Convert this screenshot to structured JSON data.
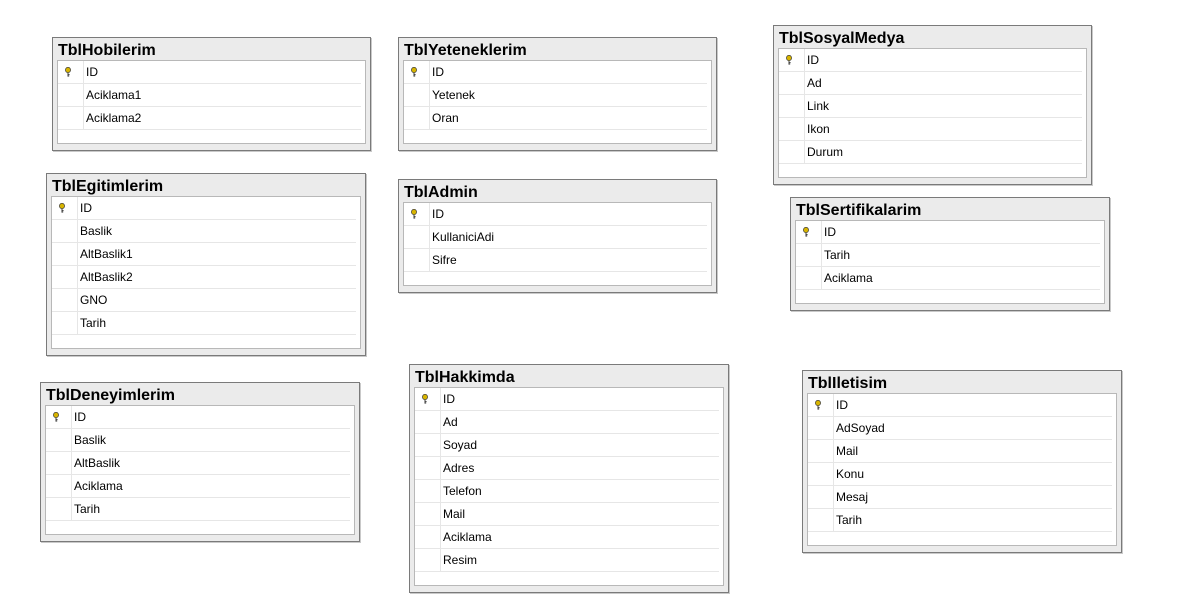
{
  "tables": [
    {
      "title": "TblHobilerim",
      "columns": [
        {
          "name": "ID",
          "pk": true
        },
        {
          "name": "Aciklama1"
        },
        {
          "name": "Aciklama2"
        }
      ]
    },
    {
      "title": "TblYeteneklerim",
      "columns": [
        {
          "name": "ID",
          "pk": true
        },
        {
          "name": "Yetenek"
        },
        {
          "name": "Oran"
        }
      ]
    },
    {
      "title": "TblSosyalMedya",
      "columns": [
        {
          "name": "ID",
          "pk": true
        },
        {
          "name": "Ad"
        },
        {
          "name": "Link"
        },
        {
          "name": "Ikon"
        },
        {
          "name": "Durum"
        }
      ]
    },
    {
      "title": "TblEgitimlerim",
      "columns": [
        {
          "name": "ID",
          "pk": true
        },
        {
          "name": "Baslik"
        },
        {
          "name": "AltBaslik1"
        },
        {
          "name": "AltBaslik2"
        },
        {
          "name": "GNO"
        },
        {
          "name": "Tarih"
        }
      ]
    },
    {
      "title": "TblAdmin",
      "columns": [
        {
          "name": "ID",
          "pk": true
        },
        {
          "name": "KullaniciAdi"
        },
        {
          "name": "Sifre"
        }
      ]
    },
    {
      "title": "TblSertifikalarim",
      "columns": [
        {
          "name": "ID",
          "pk": true
        },
        {
          "name": "Tarih"
        },
        {
          "name": "Aciklama"
        }
      ]
    },
    {
      "title": "TblDeneyimlerim",
      "columns": [
        {
          "name": "ID",
          "pk": true
        },
        {
          "name": "Baslik"
        },
        {
          "name": "AltBaslik"
        },
        {
          "name": "Aciklama"
        },
        {
          "name": "Tarih"
        }
      ]
    },
    {
      "title": "TblHakkimda",
      "columns": [
        {
          "name": "ID",
          "pk": true
        },
        {
          "name": "Ad"
        },
        {
          "name": "Soyad"
        },
        {
          "name": "Adres"
        },
        {
          "name": "Telefon"
        },
        {
          "name": "Mail"
        },
        {
          "name": "Aciklama"
        },
        {
          "name": "Resim"
        }
      ]
    },
    {
      "title": "TblIletisim",
      "columns": [
        {
          "name": "ID",
          "pk": true
        },
        {
          "name": "AdSoyad"
        },
        {
          "name": "Mail"
        },
        {
          "name": "Konu"
        },
        {
          "name": "Mesaj"
        },
        {
          "name": "Tarih"
        }
      ]
    }
  ],
  "icons": {
    "primary_key": "key-icon",
    "key_color": "#d7b400"
  }
}
